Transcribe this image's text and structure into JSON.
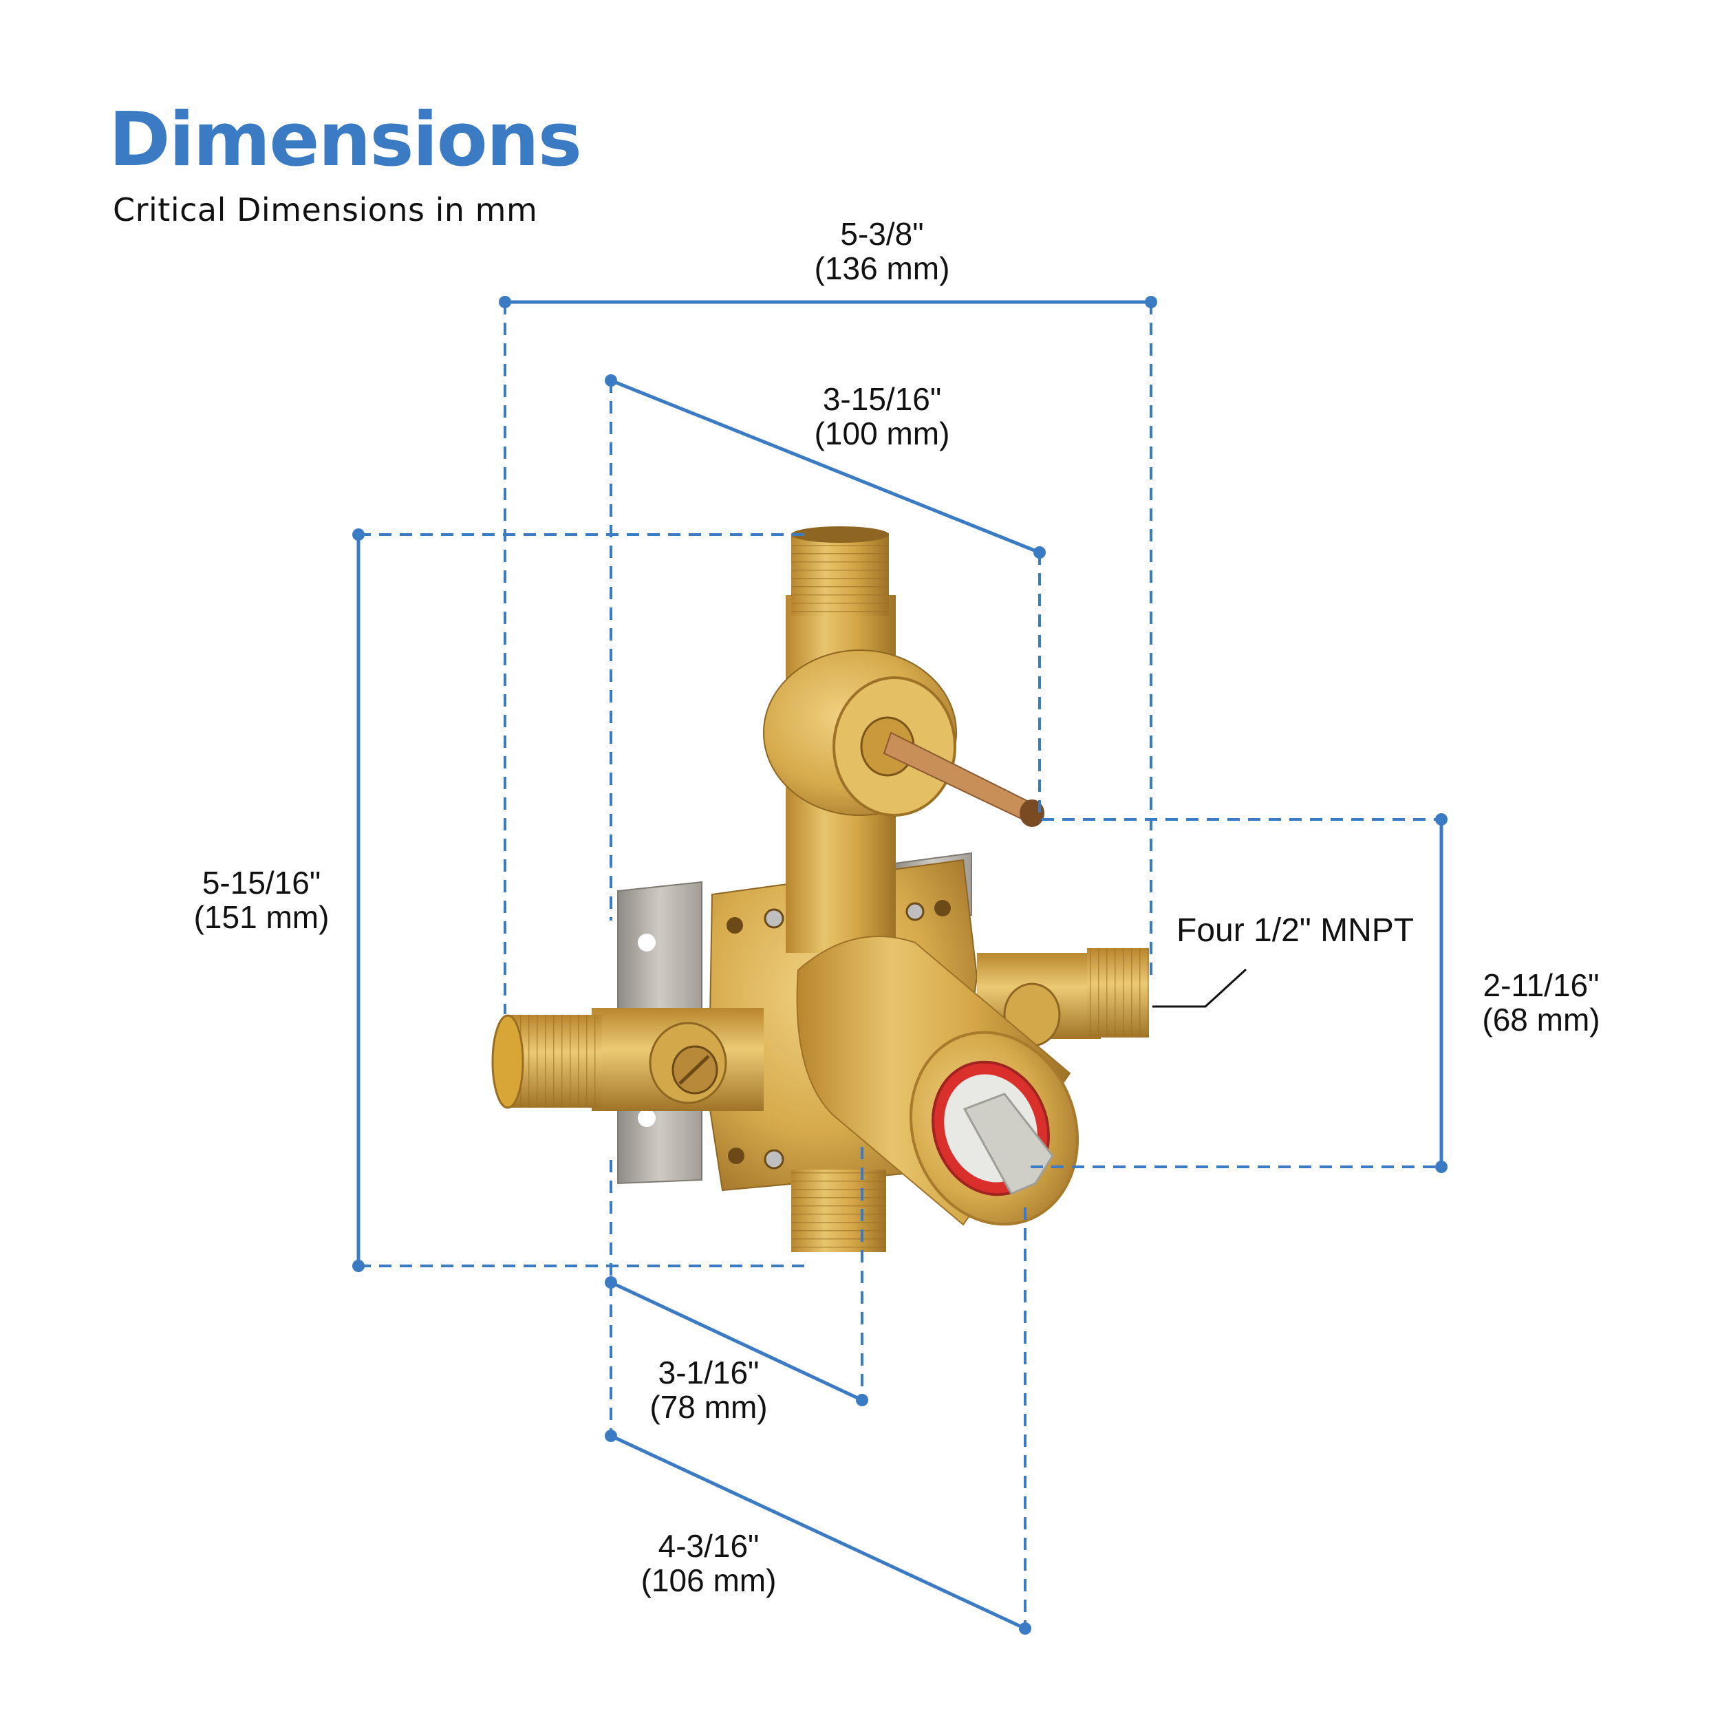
{
  "header": {
    "title": "Dimensions",
    "subtitle": "Critical Dimensions in mm"
  },
  "colors": {
    "accent": "#3b7bc4",
    "text": "#111111",
    "brass": "#d2a84a",
    "cartridge_red": "#d9302c",
    "stem_gray": "#cfcfc8",
    "bracket_steel": "#b9b5ae"
  },
  "dimensions": {
    "overall_width": {
      "inches": "5-3/8\"",
      "mm": "(136 mm)"
    },
    "stem_depth": {
      "inches": "3-15/16\"",
      "mm": "(100 mm)"
    },
    "overall_height": {
      "inches": "5-15/16\"",
      "mm": "(151 mm)"
    },
    "stem_spacing": {
      "inches": "2-11/16\"",
      "mm": "(68 mm)"
    },
    "body_depth": {
      "inches": "3-1/16\"",
      "mm": "(78 mm)"
    },
    "cartridge_depth": {
      "inches": "4-3/16\"",
      "mm": "(106 mm)"
    }
  },
  "callouts": {
    "connections": "Four 1/2\" MNPT"
  },
  "product": {
    "name": "brass-pressure-balance-valve-body"
  }
}
